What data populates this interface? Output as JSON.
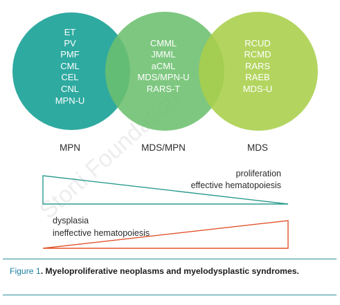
{
  "watermark": "Storti Foundation",
  "circles": [
    {
      "id": "mpn",
      "fill": "#2faaa0",
      "title": "MPN",
      "items": [
        "ET",
        "PV",
        "PMF",
        "CML",
        "CEL",
        "CNL",
        "MPN-U"
      ]
    },
    {
      "id": "mdsmpn",
      "fill": "#6cbf6e",
      "title": "MDS/MPN",
      "items": [
        "CMML",
        "JMML",
        "aCML",
        "MDS/MPN-U",
        "RARS-T"
      ]
    },
    {
      "id": "mds",
      "fill": "#a8cf4a",
      "title": "MDS",
      "items": [
        "RCUD",
        "RCMD",
        "RARS",
        "RAEB",
        "MDS-U"
      ]
    }
  ],
  "triangles": {
    "top": {
      "color": "#2a9b8f",
      "label_line1": "proliferation",
      "label_line2": "effective hematopoiesis"
    },
    "bottom": {
      "color": "#e0542a",
      "label_line1": "dysplasia",
      "label_line2": "ineffective hematopoiesis"
    }
  },
  "caption": {
    "label": "Figure 1",
    "text": ". Myeloproliferative neoplasms and myelodysplastic syndromes."
  },
  "colors": {
    "rule": "#2a8f9a",
    "figure_label": "#1a7fa0",
    "text": "#222222"
  }
}
